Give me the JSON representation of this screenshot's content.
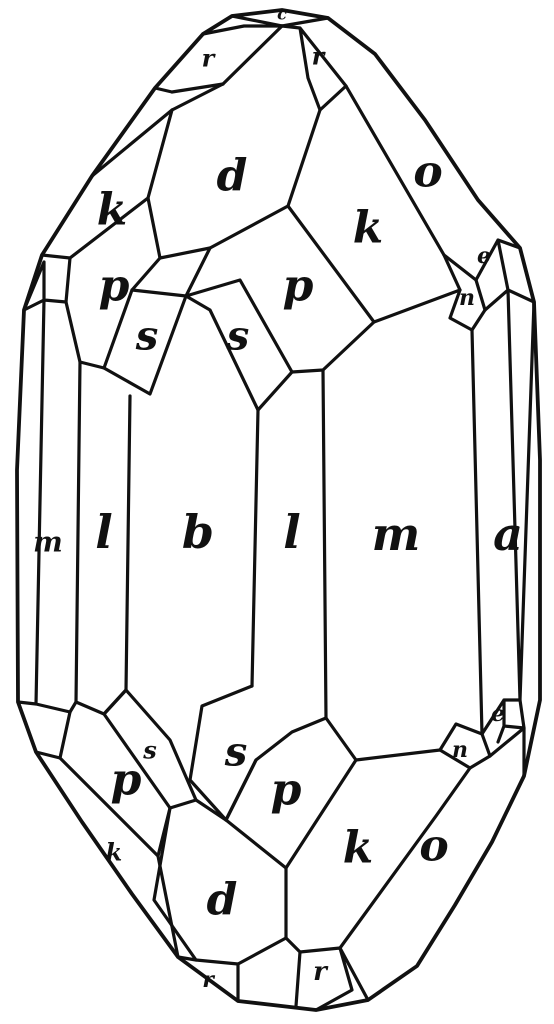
{
  "colors": {
    "ink": "#111111",
    "paper": "#ffffff"
  },
  "faces": {
    "top_c": "c",
    "top_r_left": "r",
    "top_r_right": "r",
    "top_d": "d",
    "top_k_left": "k",
    "top_k_right": "k",
    "top_o": "o",
    "top_e": "e",
    "top_n": "n",
    "top_p_left": "p",
    "top_p_right": "p",
    "top_s_left": "s",
    "top_s_right": "s",
    "m_left": "m",
    "l_left": "l",
    "b": "b",
    "l_right": "l",
    "m_front": "m",
    "a": "a",
    "bottom_e": "e",
    "bottom_n": "n",
    "bottom_s_left": "s",
    "bottom_s_center": "s",
    "bottom_p_left": "p",
    "bottom_p_right": "p",
    "bottom_k_left": "k",
    "bottom_k_right": "k",
    "bottom_o": "o",
    "bottom_d": "d",
    "bottom_r_left": "r",
    "bottom_r_right": "r"
  }
}
